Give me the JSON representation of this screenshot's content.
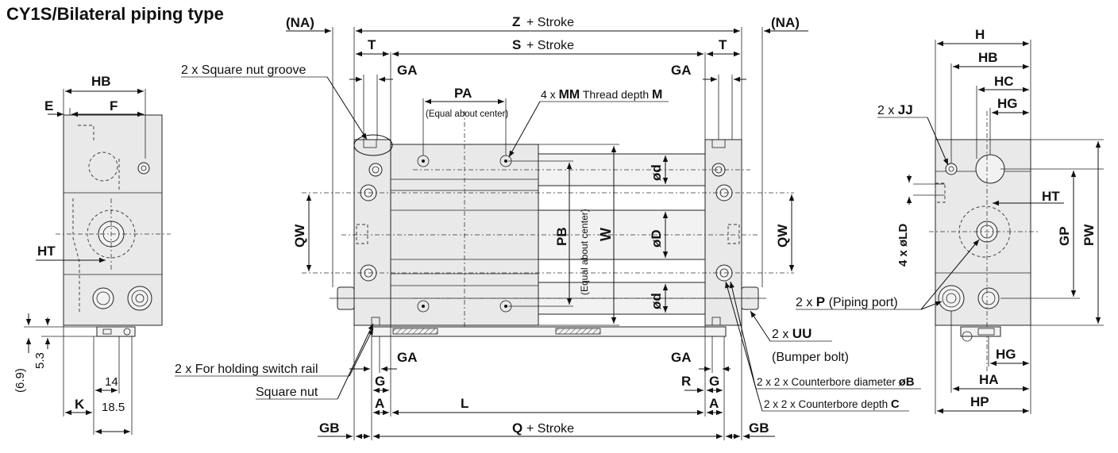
{
  "title": "CY1S/Bilateral piping type",
  "top": {
    "na_left": "(NA)",
    "na_right": "(NA)",
    "z_label": "Z",
    "s_label": "S",
    "stroke_suffix": "+ Stroke",
    "t_left": "T",
    "t_right": "T",
    "ga_top_left": "GA",
    "ga_top_right": "GA"
  },
  "center_labels": {
    "square_nut_groove": "2 x Square nut groove",
    "pa": "PA",
    "equal_about_center": "(Equal about center)",
    "mm_prefix": "4 x ",
    "mm": "MM",
    "thread_depth": " Thread depth ",
    "m": "M",
    "pb": "PB",
    "pb_equal": "(Equal about center)",
    "w": "W",
    "d_top": "ød",
    "d_big": "øD",
    "d_bottom": "ød",
    "qw_left": "QW",
    "qw_right": "QW"
  },
  "bottom_labels": {
    "ga_left": "GA",
    "ga_right": "GA",
    "g_left": "G",
    "g_right": "G",
    "r": "R",
    "a_left": "A",
    "a_right": "A",
    "l": "L",
    "q": "Q",
    "gb_left": "GB",
    "gb_right": "GB",
    "switch_rail": "2 x For holding switch rail",
    "square_nut": "Square nut",
    "uu_prefix": "2 x ",
    "uu": "UU",
    "bumper_bolt": "(Bumper bolt)",
    "counterbore_dia_prefix": "2 x 2 x Counterbore diameter ",
    "counterbore_dia": "øB",
    "counterbore_depth_prefix": "2 x 2 x Counterbore depth ",
    "counterbore_depth": "C"
  },
  "left_view": {
    "hb": "HB",
    "e": "E",
    "f": "F",
    "ht": "HT",
    "dim_69": "(6.9)",
    "dim_53": "5.3",
    "dim_14": "14",
    "k": "K",
    "dim_185": "18.5"
  },
  "right_view": {
    "h": "H",
    "hb": "HB",
    "hc": "HC",
    "hg_top": "HG",
    "jj_prefix": "2 x ",
    "jj": "JJ",
    "ht": "HT",
    "ld": "4 x øLD",
    "gp": "GP",
    "pw": "PW",
    "p_prefix": "2 x ",
    "p": "P",
    "piping_port": " (Piping port)",
    "hg_bottom": "HG",
    "ha": "HA",
    "hp": "HP"
  }
}
